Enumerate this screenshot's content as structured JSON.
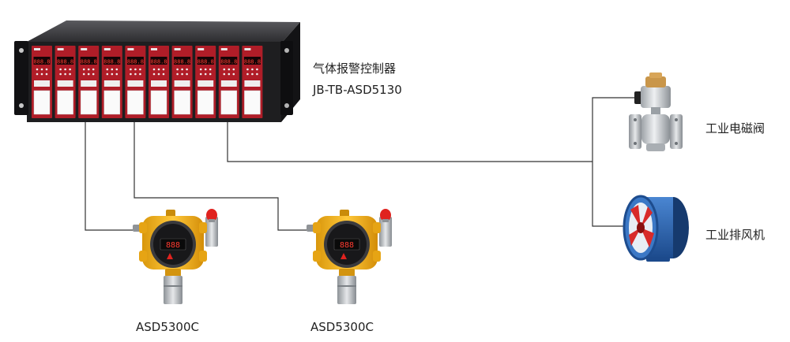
{
  "controller": {
    "name": "气体报警控制器",
    "model": "JB-TB-ASD5130",
    "channels": 10,
    "display_text": "888.8"
  },
  "devices": {
    "valve": "工业电磁阀",
    "fan": "工业排风机"
  },
  "detectors": [
    {
      "model": "ASD5300C"
    },
    {
      "model": "ASD5300C"
    }
  ],
  "colors": {
    "panel": "#1e1e20",
    "module_red": "#b01d28",
    "detector_yellow": "#f2b21b",
    "valve_silver": "#c4c8cc",
    "fan_blue": "#2a62b0",
    "fan_blade": "#d82a2a",
    "wire": "#333333"
  }
}
